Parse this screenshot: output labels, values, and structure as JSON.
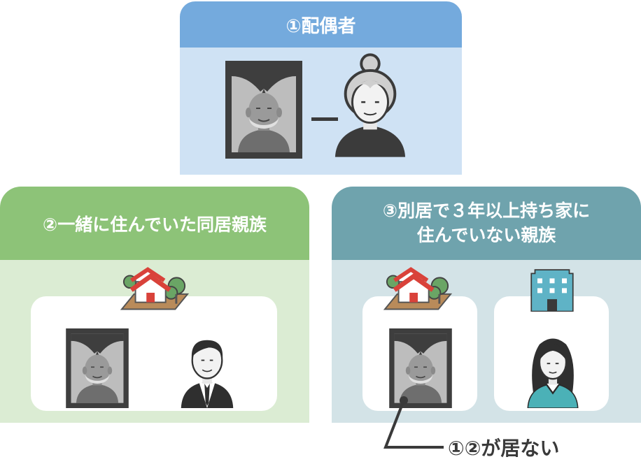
{
  "spouse": {
    "title": "①配偶者"
  },
  "cohabiting_relatives": {
    "title": "②一緒に住んでいた同居親族"
  },
  "separate_relatives": {
    "title_line1": "③別居で３年以上持ち家に",
    "title_line2": "住んでいない親族"
  },
  "note": {
    "text": "①②が居ない"
  },
  "colors": {
    "spouse_header": "#74aadd",
    "spouse_body": "#cfe2f4",
    "cohab_header": "#8dc378",
    "cohab_body": "#dbecd3",
    "separate_header": "#6fa3ad",
    "separate_body": "#d3e3e7"
  },
  "icons": [
    "deceased-portrait-icon",
    "elderly-woman-icon",
    "house-icon",
    "businessman-icon",
    "apartment-building-icon",
    "woman-icon"
  ]
}
